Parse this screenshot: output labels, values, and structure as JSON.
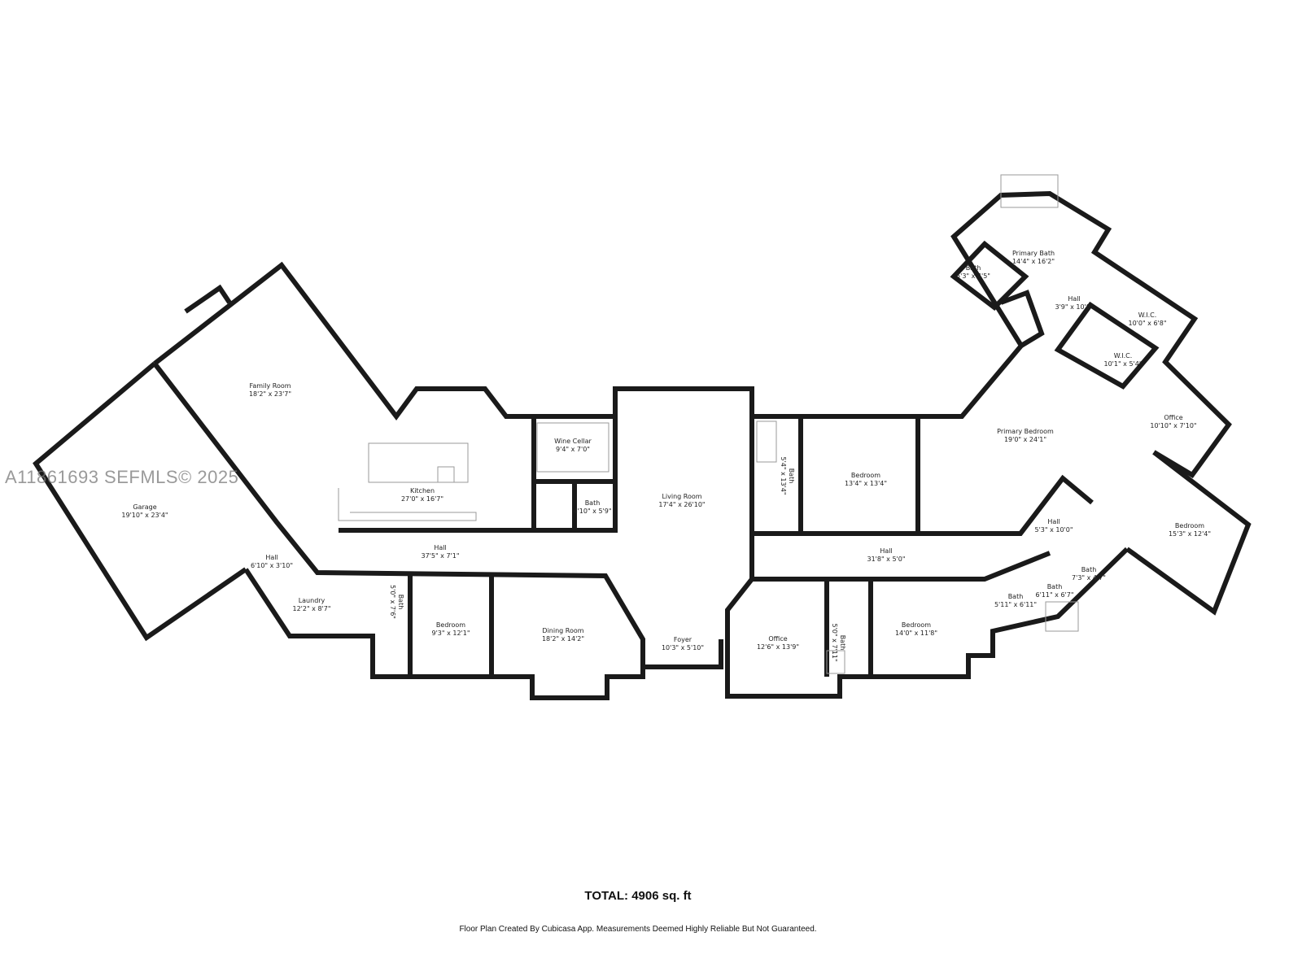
{
  "watermark": "A11861693  SEFMLS© 2025",
  "rooms": [
    {
      "name": "Family Room",
      "dim": "18'2\" x 23'7\""
    },
    {
      "name": "Garage",
      "dim": "19'10\" x 23'4\""
    },
    {
      "name": "Kitchen",
      "dim": "27'0\" x 16'7\""
    },
    {
      "name": "Wine Cellar",
      "dim": "9'4\" x 7'0\""
    },
    {
      "name": "Bath",
      "dim": "4'10\" x 5'9\""
    },
    {
      "name": "Living Room",
      "dim": "17'4\" x 26'10\""
    },
    {
      "name": "Hall",
      "dim": "37'5\" x 7'1\""
    },
    {
      "name": "Hall",
      "dim": "6'10\" x 3'10\""
    },
    {
      "name": "Laundry",
      "dim": "12'2\" x 8'7\""
    },
    {
      "name": "Bath",
      "dim": "5'0\" x 7'6\""
    },
    {
      "name": "Bedroom",
      "dim": "9'3\" x 12'1\""
    },
    {
      "name": "Dining Room",
      "dim": "18'2\" x 14'2\""
    },
    {
      "name": "Foyer",
      "dim": "10'3\" x 5'10\""
    },
    {
      "name": "Office",
      "dim": "12'6\" x 13'9\""
    },
    {
      "name": "Bath",
      "dim": "5'0\" x 7'11\""
    },
    {
      "name": "Bedroom",
      "dim": "14'0\" x 11'8\""
    },
    {
      "name": "Bath",
      "dim": "5'11\" x 6'11\""
    },
    {
      "name": "Bath",
      "dim": "6'11\" x 6'7\""
    },
    {
      "name": "Bath",
      "dim": "7'3\" x 4'7\""
    },
    {
      "name": "Hall",
      "dim": "31'8\" x 5'0\""
    },
    {
      "name": "Bedroom",
      "dim": "13'4\" x 13'4\""
    },
    {
      "name": "Bath",
      "dim": "5'4\" x 13'4\""
    },
    {
      "name": "Primary Bedroom",
      "dim": "19'0\" x 24'1\""
    },
    {
      "name": "Office",
      "dim": "10'10\" x 7'10\""
    },
    {
      "name": "Bedroom",
      "dim": "15'3\" x 12'4\""
    },
    {
      "name": "Hall",
      "dim": "5'3\" x 10'0\""
    },
    {
      "name": "W.I.C.",
      "dim": "10'0\" x 6'8\""
    },
    {
      "name": "W.I.C.",
      "dim": "10'1\" x 5'4\""
    },
    {
      "name": "Hall",
      "dim": "3'9\" x 10'8\""
    },
    {
      "name": "Primary Bath",
      "dim": "14'4\" x 16'2\""
    },
    {
      "name": "Bath",
      "dim": "5'3\" x 4'5\""
    }
  ],
  "total": "TOTAL: 4906 sq. ft",
  "footer": "Floor Plan Created By Cubicasa App. Measurements Deemed Highly Reliable But Not Guaranteed."
}
